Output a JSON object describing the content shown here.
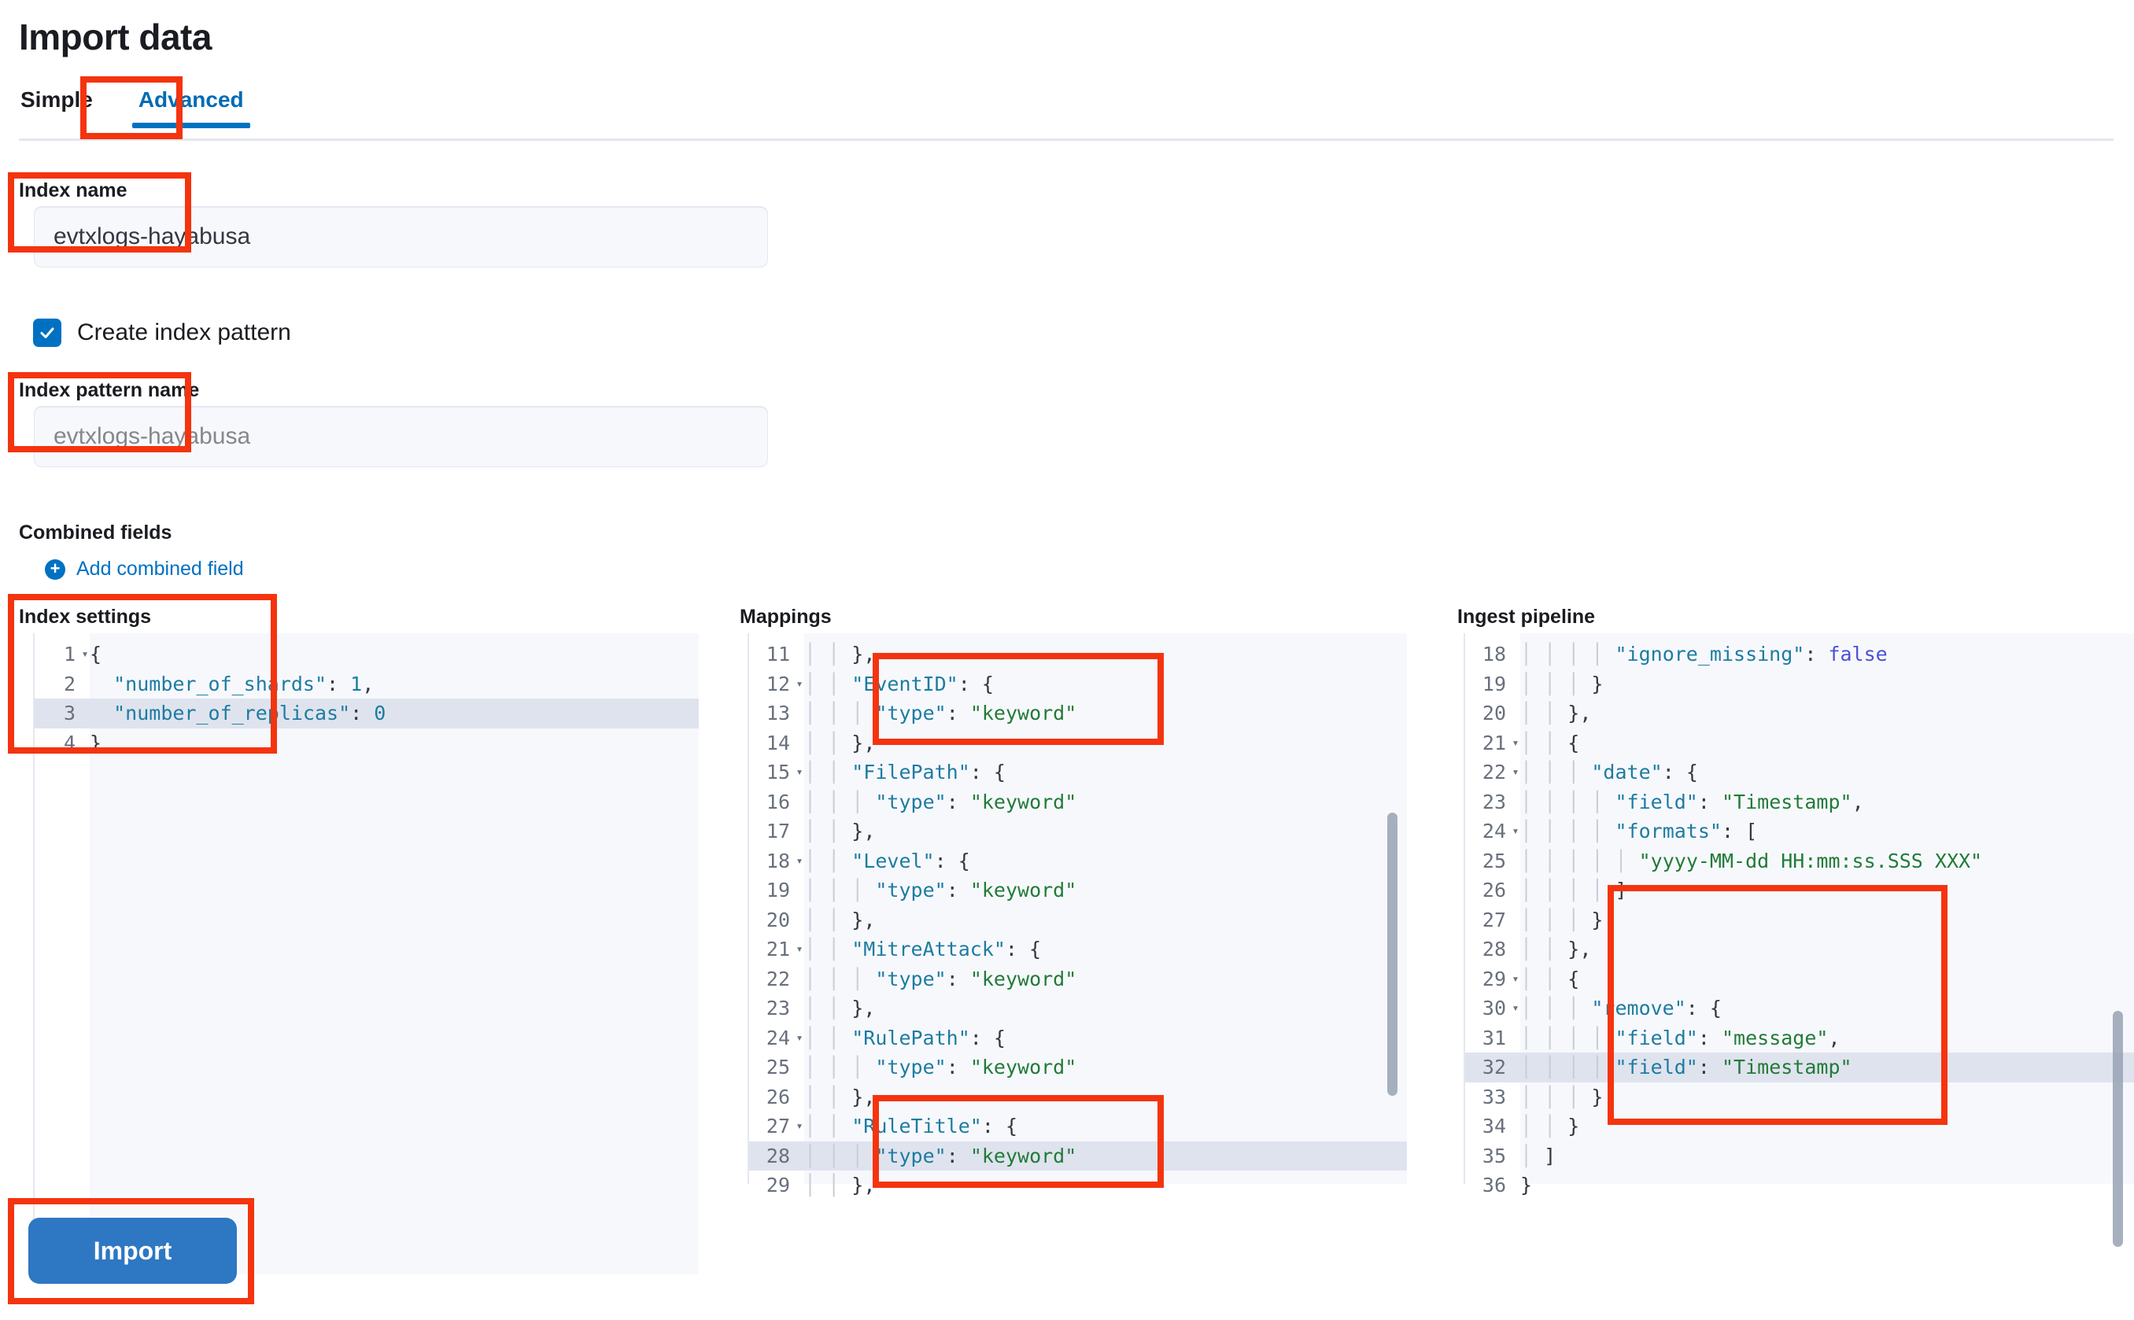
{
  "page": {
    "title": "Import data"
  },
  "tabs": [
    {
      "label": "Simple",
      "active": false
    },
    {
      "label": "Advanced",
      "active": true
    }
  ],
  "index_name": {
    "label": "Index name",
    "value": "evtxlogs-hayabusa"
  },
  "create_index_pattern": {
    "label": "Create index pattern",
    "checked": true,
    "check_icon": "check-icon"
  },
  "index_pattern_name": {
    "label": "Index pattern name",
    "placeholder": "evtxlogs-hayabusa",
    "value": ""
  },
  "combined_fields": {
    "label": "Combined fields",
    "add_label": "Add combined field",
    "add_icon": "plus-circle-icon"
  },
  "index_settings": {
    "label": "Index settings",
    "highlight_line": 3,
    "lines": [
      {
        "n": "1",
        "fold": true,
        "text": "{"
      },
      {
        "n": "2",
        "fold": false,
        "text": "  \"number_of_shards\": 1,"
      },
      {
        "n": "3",
        "fold": false,
        "text": "  \"number_of_replicas\": 0"
      },
      {
        "n": "4",
        "fold": false,
        "text": "}"
      }
    ]
  },
  "mappings": {
    "label": "Mappings",
    "highlight_line": 28,
    "lines": [
      {
        "n": "11",
        "fold": false,
        "text": "    },"
      },
      {
        "n": "12",
        "fold": true,
        "text": "    \"EventID\": {"
      },
      {
        "n": "13",
        "fold": false,
        "text": "      \"type\": \"keyword\""
      },
      {
        "n": "14",
        "fold": false,
        "text": "    },"
      },
      {
        "n": "15",
        "fold": true,
        "text": "    \"FilePath\": {"
      },
      {
        "n": "16",
        "fold": false,
        "text": "      \"type\": \"keyword\""
      },
      {
        "n": "17",
        "fold": false,
        "text": "    },"
      },
      {
        "n": "18",
        "fold": true,
        "text": "    \"Level\": {"
      },
      {
        "n": "19",
        "fold": false,
        "text": "      \"type\": \"keyword\""
      },
      {
        "n": "20",
        "fold": false,
        "text": "    },"
      },
      {
        "n": "21",
        "fold": true,
        "text": "    \"MitreAttack\": {"
      },
      {
        "n": "22",
        "fold": false,
        "text": "      \"type\": \"keyword\""
      },
      {
        "n": "23",
        "fold": false,
        "text": "    },"
      },
      {
        "n": "24",
        "fold": true,
        "text": "    \"RulePath\": {"
      },
      {
        "n": "25",
        "fold": false,
        "text": "      \"type\": \"keyword\""
      },
      {
        "n": "26",
        "fold": false,
        "text": "    },"
      },
      {
        "n": "27",
        "fold": true,
        "text": "    \"RuleTitle\": {"
      },
      {
        "n": "28",
        "fold": false,
        "text": "      \"type\": \"keyword\""
      },
      {
        "n": "29",
        "fold": false,
        "text": "    },"
      }
    ]
  },
  "ingest_pipeline": {
    "label": "Ingest pipeline",
    "highlight_line": 32,
    "lines": [
      {
        "n": "18",
        "fold": false,
        "text": "        \"ignore_missing\": false"
      },
      {
        "n": "19",
        "fold": false,
        "text": "      }"
      },
      {
        "n": "20",
        "fold": false,
        "text": "    },"
      },
      {
        "n": "21",
        "fold": true,
        "text": "    {"
      },
      {
        "n": "22",
        "fold": true,
        "text": "      \"date\": {"
      },
      {
        "n": "23",
        "fold": false,
        "text": "        \"field\": \"Timestamp\","
      },
      {
        "n": "24",
        "fold": true,
        "text": "        \"formats\": ["
      },
      {
        "n": "25",
        "fold": false,
        "text": "          \"yyyy-MM-dd HH:mm:ss.SSS XXX\""
      },
      {
        "n": "26",
        "fold": false,
        "text": "        ]"
      },
      {
        "n": "27",
        "fold": false,
        "text": "      }"
      },
      {
        "n": "28",
        "fold": false,
        "text": "    },"
      },
      {
        "n": "29",
        "fold": true,
        "text": "    {"
      },
      {
        "n": "30",
        "fold": true,
        "text": "      \"remove\": {"
      },
      {
        "n": "31",
        "fold": false,
        "text": "        \"field\": \"message\","
      },
      {
        "n": "32",
        "fold": false,
        "text": "        \"field\": \"Timestamp\""
      },
      {
        "n": "33",
        "fold": false,
        "text": "      }"
      },
      {
        "n": "34",
        "fold": false,
        "text": "    }"
      },
      {
        "n": "35",
        "fold": false,
        "text": "  ]"
      },
      {
        "n": "36",
        "fold": false,
        "text": "}"
      }
    ]
  },
  "import_button": {
    "label": "Import"
  },
  "colors": {
    "accent": "#0071c2",
    "annotation": "#f4340f",
    "button": "#2e77c3",
    "string": "#227b38",
    "key": "#1d7ca1",
    "boolean": "#4b50d6"
  }
}
